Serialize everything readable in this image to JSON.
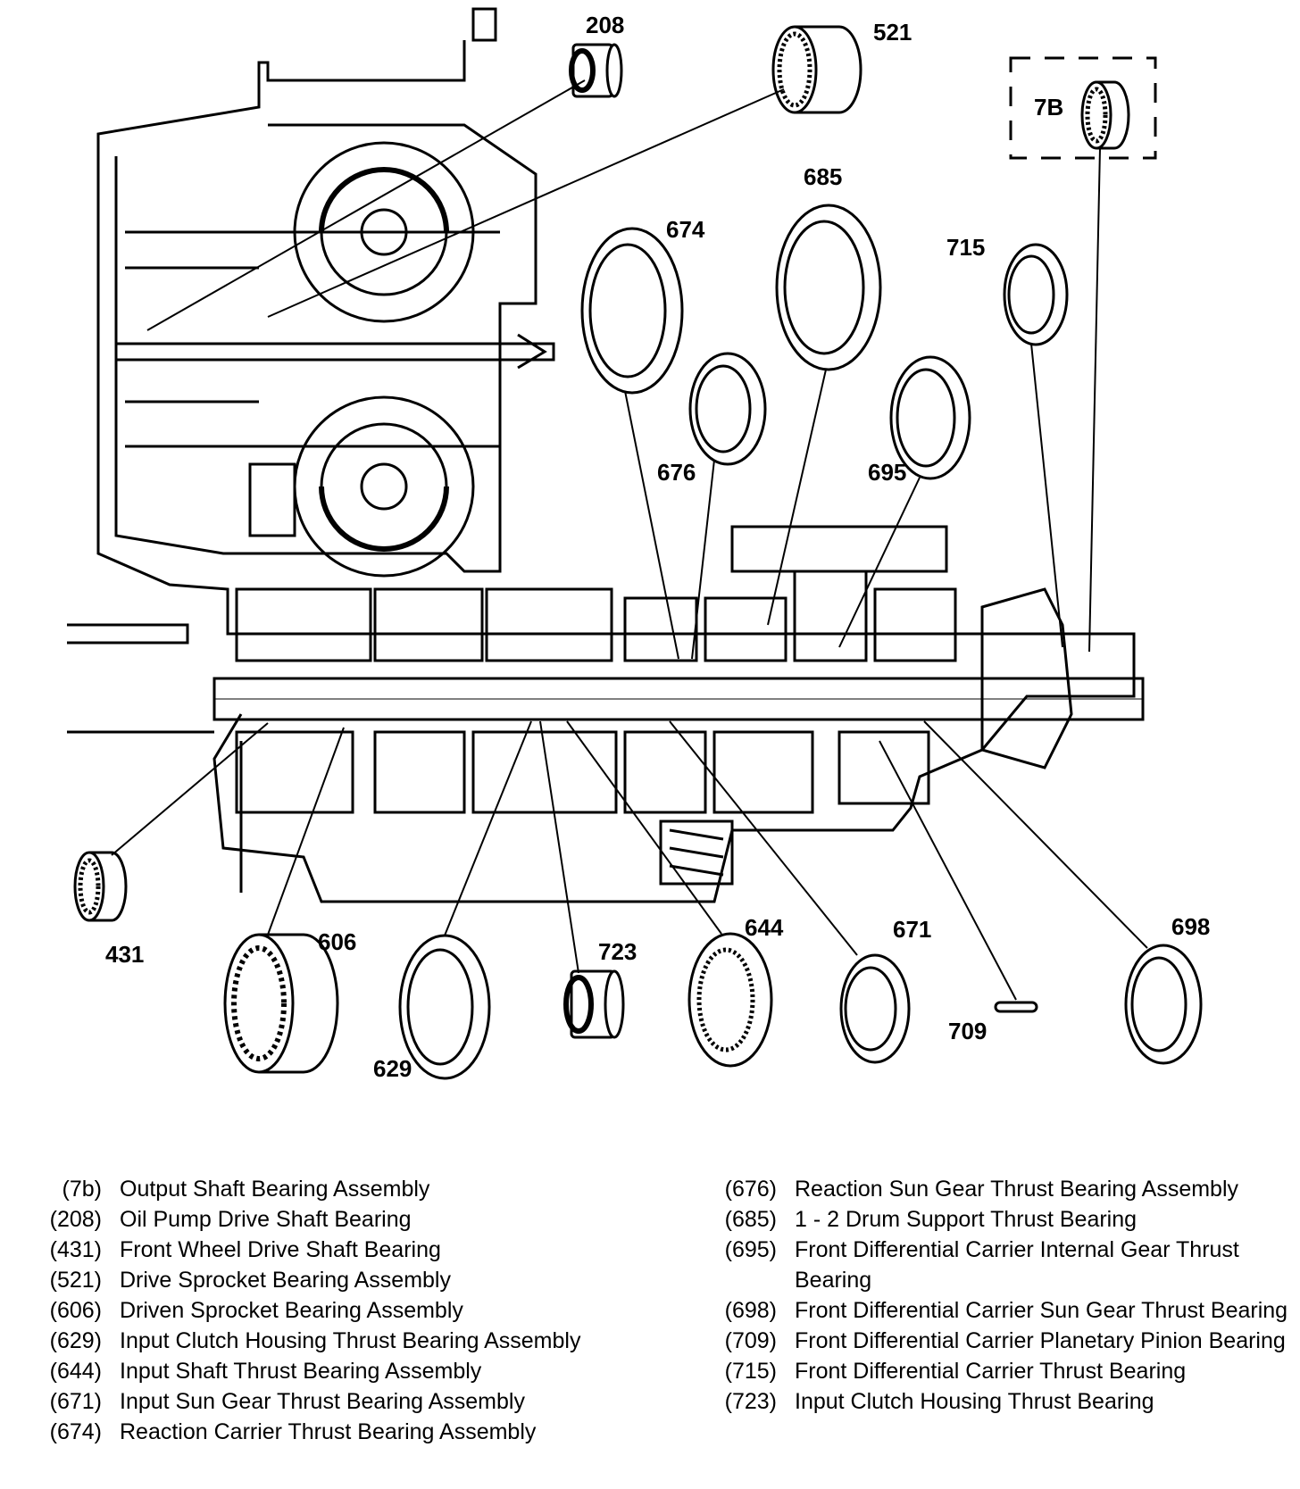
{
  "callouts": [
    "208",
    "521",
    "7B",
    "685",
    "674",
    "715",
    "676",
    "695",
    "431",
    "606",
    "629",
    "723",
    "644",
    "671",
    "709",
    "698"
  ],
  "legend": {
    "left": [
      {
        "code": "(7b)",
        "text": "Output Shaft Bearing Assembly"
      },
      {
        "code": "(208)",
        "text": "Oil Pump Drive Shaft Bearing"
      },
      {
        "code": "(431)",
        "text": "Front Wheel Drive Shaft Bearing"
      },
      {
        "code": "(521)",
        "text": "Drive Sprocket Bearing Assembly"
      },
      {
        "code": "(606)",
        "text": "Driven Sprocket Bearing Assembly"
      },
      {
        "code": "(629)",
        "text": "Input Clutch Housing Thrust Bearing Assembly"
      },
      {
        "code": "(644)",
        "text": "Input Shaft Thrust Bearing Assembly"
      },
      {
        "code": "(671)",
        "text": "Input Sun Gear Thrust Bearing Assembly"
      },
      {
        "code": "(674)",
        "text": "Reaction Carrier Thrust Bearing Assembly"
      }
    ],
    "right": [
      {
        "code": "(676)",
        "text": "Reaction Sun Gear Thrust Bearing Assembly"
      },
      {
        "code": "(685)",
        "text": "1 - 2 Drum Support Thrust Bearing"
      },
      {
        "code": "(695)",
        "text": "Front Differential Carrier Internal Gear Thrust Bearing"
      },
      {
        "code": "(698)",
        "text": "Front Differential Carrier Sun Gear Thrust Bearing"
      },
      {
        "code": "(709)",
        "text": "Front Differential Carrier Planetary Pinion Bearing"
      },
      {
        "code": "(715)",
        "text": "Front Differential Carrier Thrust Bearing"
      },
      {
        "code": "(723)",
        "text": "Input Clutch Housing Thrust Bearing"
      }
    ]
  }
}
